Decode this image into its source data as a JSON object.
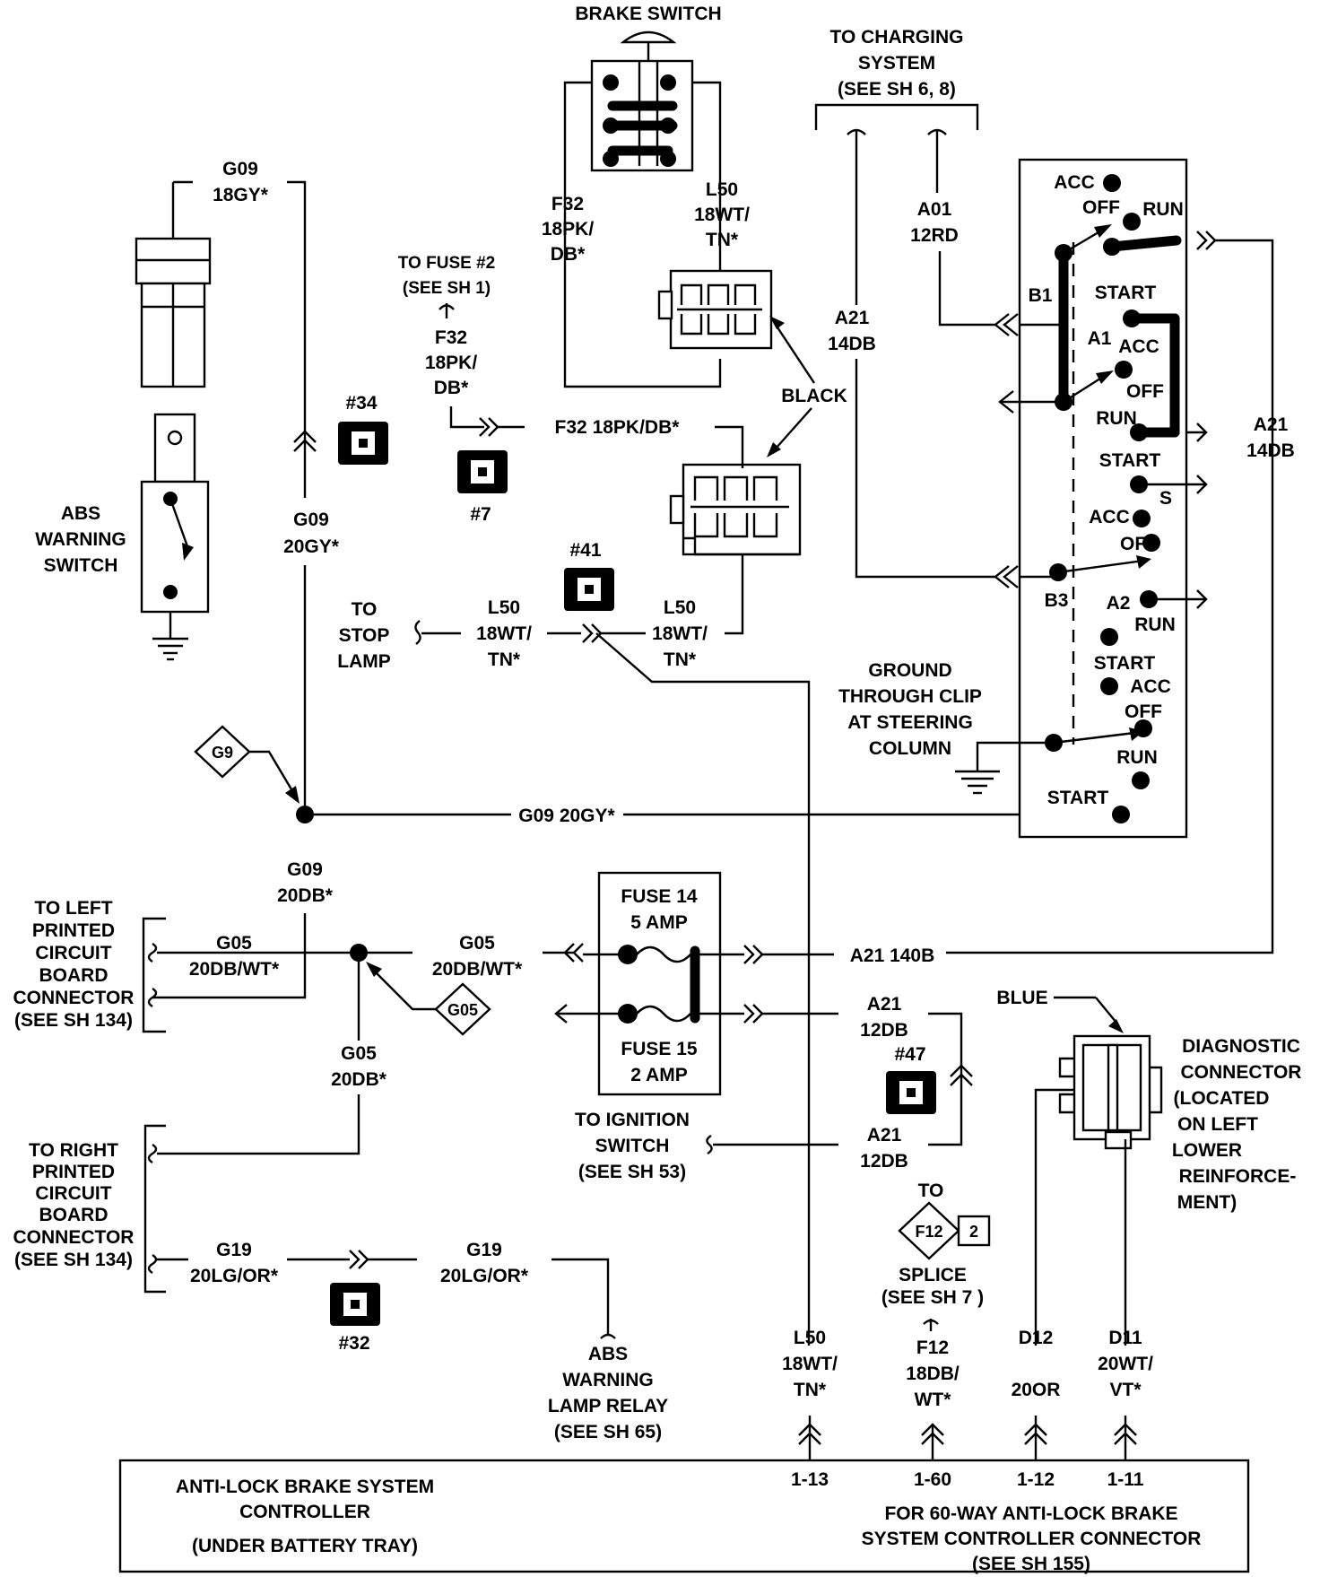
{
  "brake_switch": {
    "title": "BRAKE SWITCH"
  },
  "charging": {
    "l1": "TO CHARGING",
    "l2": "SYSTEM",
    "l3": "(SEE SH 6, 8)"
  },
  "wires": {
    "g09_top": [
      "G09",
      "18GY*"
    ],
    "g09_mid": [
      "G09",
      "20GY*"
    ],
    "g09_low": [
      "G09",
      "20DB*"
    ],
    "g09_horiz": "G09 20GY*",
    "f32_left": [
      "F32",
      "18PK/",
      "DB*"
    ],
    "f32_mid": [
      "F32",
      "18PK/",
      "DB*"
    ],
    "f32_horiz": "F32 18PK/DB*",
    "l50_top": [
      "L50",
      "18WT/",
      "TN*"
    ],
    "l50_left": [
      "L50",
      "18WT/",
      "TN*"
    ],
    "l50_right": [
      "L50",
      "18WT/",
      "TN*"
    ],
    "l50_bottom": [
      "L50",
      "18WT/",
      "TN*"
    ],
    "a01": [
      "A01",
      "12RD"
    ],
    "a21_top": [
      "A21",
      "14DB"
    ],
    "a21_right": [
      "A21",
      "14DB"
    ],
    "a21_140b": "A21 140B",
    "a21_f15": [
      "A21",
      "12DB"
    ],
    "a21_ign": [
      "A21",
      "12DB"
    ],
    "g05_left": [
      "G05",
      "20DB/WT*"
    ],
    "g05_mid": [
      "G05",
      "20DB/WT*"
    ],
    "g05_down": [
      "G05",
      "20DB*"
    ],
    "g19_left": [
      "G19",
      "20LG/OR*"
    ],
    "g19_right": [
      "G19",
      "20LG/OR*"
    ],
    "f12": [
      "F12",
      "18DB/",
      "WT*"
    ],
    "d12": [
      "D12",
      "20OR"
    ],
    "d11": [
      "D11",
      "20WT/",
      "VT*"
    ]
  },
  "fuse_ref": {
    "title": "TO FUSE #2",
    "sub": "(SEE SH 1)"
  },
  "black_label": "BLACK",
  "blue_label": "BLUE",
  "abs_switch": [
    "ABS",
    "WARNING",
    "SWITCH"
  ],
  "stop_lamp": [
    "TO",
    "STOP",
    "LAMP"
  ],
  "ground_clip": [
    "GROUND",
    "THROUGH CLIP",
    "AT STEERING",
    "COLUMN"
  ],
  "splices": {
    "g9": "G9",
    "g05": "G05",
    "f12": "F12",
    "f12_num": "2"
  },
  "connectors": {
    "c34": "#34",
    "c7": "#7",
    "c41": "#41",
    "c47": "#47",
    "c32": "#32"
  },
  "ignition": {
    "acc": "ACC",
    "off": "OFF",
    "run": "RUN",
    "start": "START",
    "b1": "B1",
    "a1": "A1",
    "b3": "B3",
    "a2": "A2",
    "s": "S"
  },
  "fuses": {
    "f14_name": "FUSE 14",
    "f14_amp": "5 AMP",
    "f15_name": "FUSE 15",
    "f15_amp": "2 AMP"
  },
  "left_pcb": [
    "TO LEFT",
    "PRINTED",
    "CIRCUIT",
    "BOARD",
    "CONNECTOR",
    "(SEE SH 134)"
  ],
  "right_pcb": [
    "TO RIGHT",
    "PRINTED",
    "CIRCUIT",
    "BOARD",
    "CONNECTOR",
    "(SEE SH 134)"
  ],
  "ign_switch_ref": [
    "TO IGNITION",
    "SWITCH",
    "(SEE SH 53)"
  ],
  "abs_relay": [
    "ABS",
    "WARNING",
    "LAMP RELAY",
    "(SEE SH 65)"
  ],
  "splice_ref": {
    "to": "TO",
    "l1": "SPLICE",
    "l2": "(SEE SH 7 )"
  },
  "diag_conn": [
    "DIAGNOSTIC",
    "CONNECTOR",
    "(LOCATED",
    "ON LEFT",
    "LOWER",
    "REINFORCE-",
    "MENT)"
  ],
  "controller": {
    "l1": "ANTI-LOCK BRAKE SYSTEM",
    "l2": "CONTROLLER",
    "l3": "(UNDER BATTERY TRAY)",
    "r1": "FOR 60-WAY ANTI-LOCK BRAKE",
    "r2": "SYSTEM CONTROLLER CONNECTOR",
    "r3": "(SEE SH 155)"
  },
  "pins": {
    "p13": "1-13",
    "p60": "1-60",
    "p12": "1-12",
    "p11": "1-11"
  }
}
